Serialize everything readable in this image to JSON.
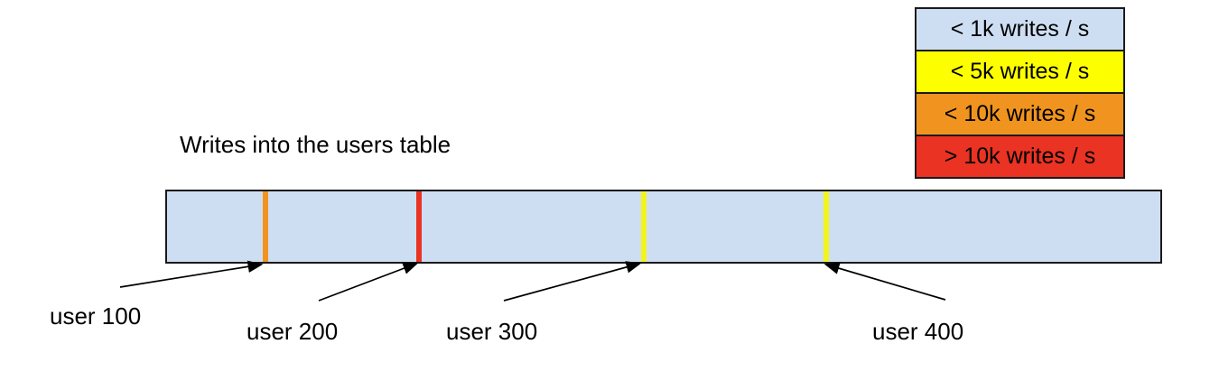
{
  "diagram": {
    "title": "Writes into the users table"
  },
  "colors": {
    "bar_fill": "#cedef2",
    "outline": "#1a1a1a",
    "arrow": "#000000"
  },
  "legend": {
    "items": [
      {
        "label": "< 1k writes / s",
        "color": "#cedef2"
      },
      {
        "label": "< 5k writes / s",
        "color": "#fdff00"
      },
      {
        "label": "< 10k writes / s",
        "color": "#f0941f"
      },
      {
        "label": "> 10k writes / s",
        "color": "#ea3323"
      }
    ]
  },
  "bar": {
    "fill": "#cedef2",
    "markers": [
      {
        "user": "user 100",
        "color": "#f0941f"
      },
      {
        "user": "user 200",
        "color": "#ea3323"
      },
      {
        "user": "user 300",
        "color": "#f3f41c"
      },
      {
        "user": "user 400",
        "color": "#f3f41c"
      }
    ]
  }
}
